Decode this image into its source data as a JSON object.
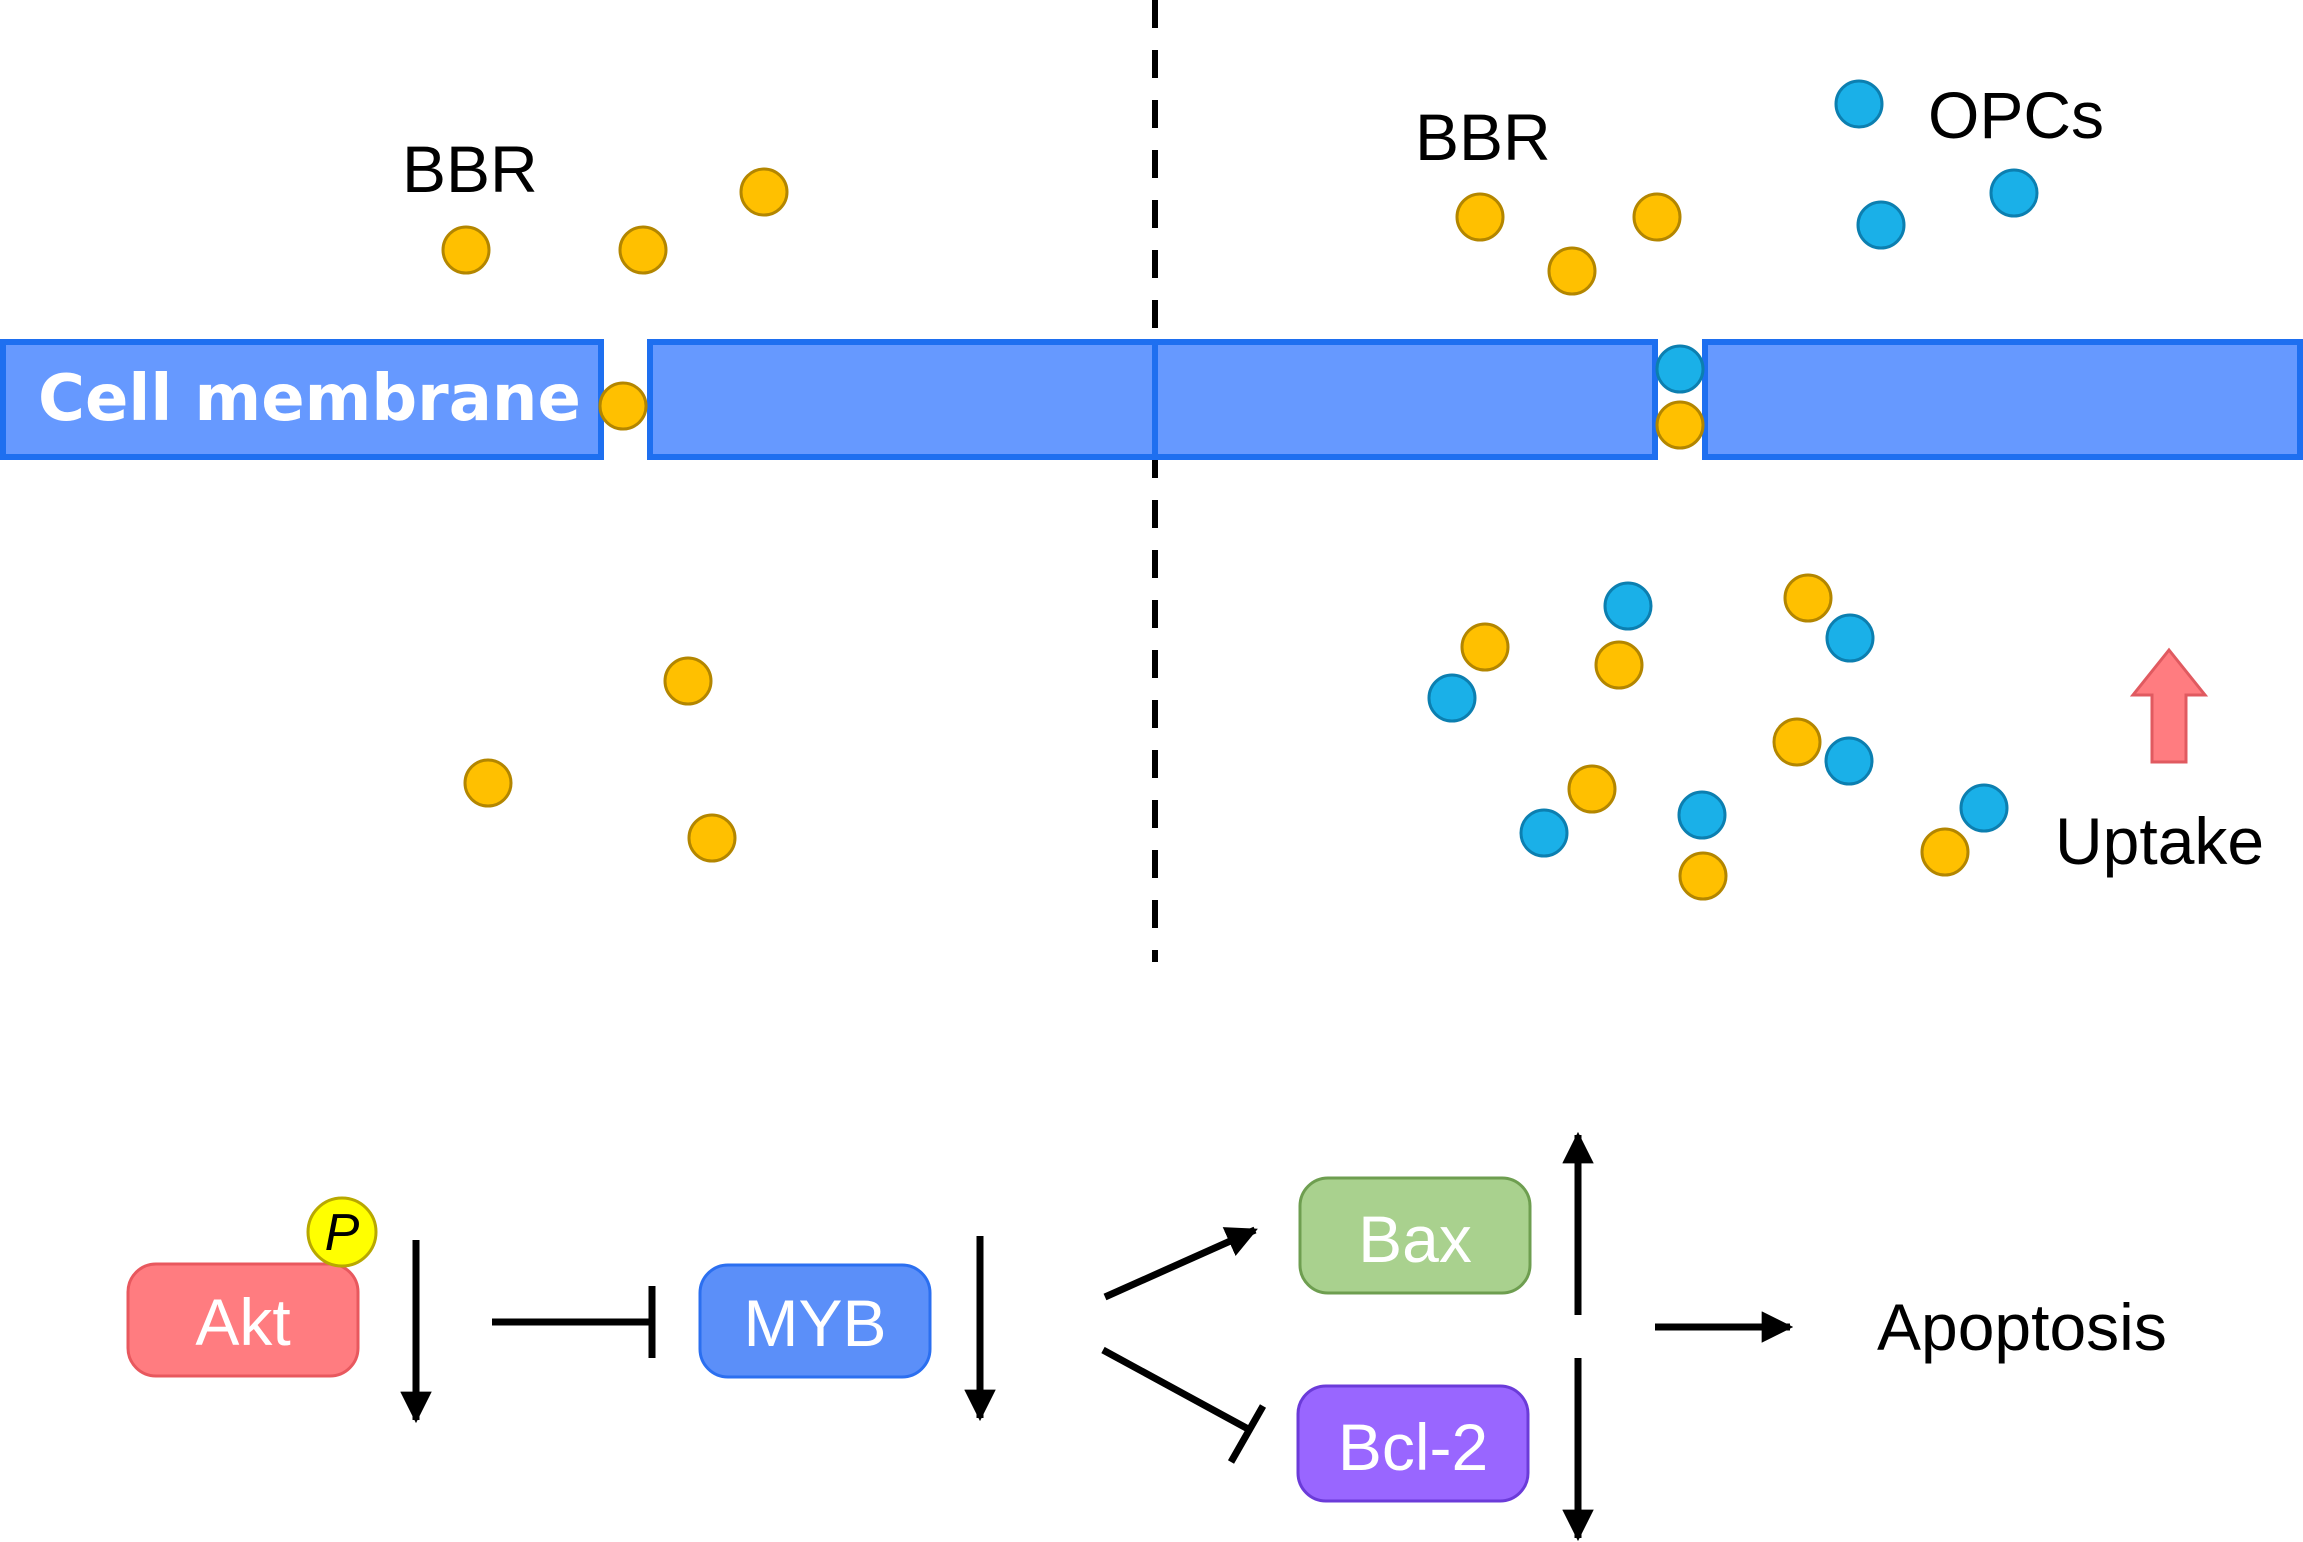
{
  "labels": {
    "bbr_left": "BBR",
    "bbr_right": "BBR",
    "opcs": "OPCs",
    "cell_membrane": "Cell membrane",
    "uptake": "Uptake",
    "apoptosis": "Apoptosis"
  },
  "pathway": {
    "akt": "Akt",
    "phospho": "P",
    "myb": "MYB",
    "bax": "Bax",
    "bcl2": "Bcl-2"
  },
  "colors": {
    "bbr_molecule": "#FFC000",
    "opc_molecule": "#1AB0E8",
    "membrane_fill": "#6699FF",
    "membrane_border": "#1E6FF0",
    "akt": "#FF7C80",
    "myb": "#5B8FF9",
    "bax": "#A9D18E",
    "bcl2": "#9966FF",
    "phospho": "#FFFF00",
    "uptake_arrow": "#FF7C80"
  },
  "icons": {
    "uptake": "up-arrow-icon",
    "akt_change": "down-arrow-icon",
    "myb_change": "down-arrow-icon",
    "bax_change": "up-arrow-icon",
    "bcl2_change": "down-arrow-icon"
  }
}
